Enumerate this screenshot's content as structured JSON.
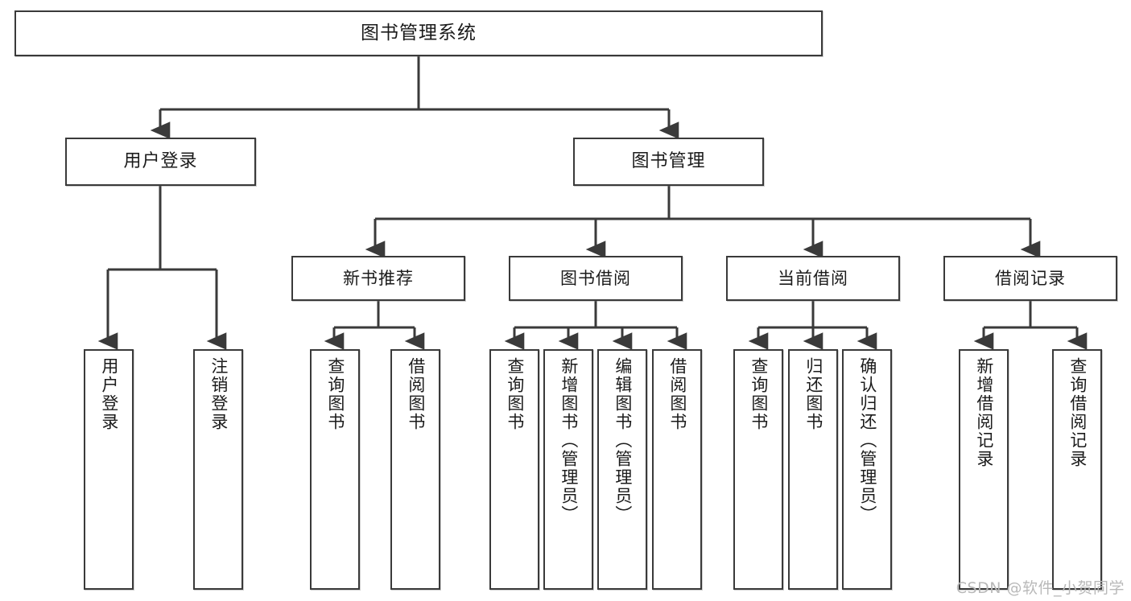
{
  "diagram": {
    "title": "图书管理系统",
    "watermark": "CSDN @软件_小贺同学",
    "line_color": "#3a3a3a",
    "box_border_color": "#3a3a3a",
    "box_fill_color": "#ffffff",
    "text_color": "#1b1b1b",
    "watermark_color": "#b9b9b9"
  },
  "nodes": {
    "root": {
      "label": "图书管理系统"
    },
    "level1": [
      {
        "label": "用户登录"
      },
      {
        "label": "图书管理"
      }
    ],
    "level2": [
      {
        "label": "新书推荐"
      },
      {
        "label": "图书借阅"
      },
      {
        "label": "当前借阅"
      },
      {
        "label": "借阅记录"
      }
    ],
    "leaves": {
      "user_login": [
        {
          "label": "用户登录"
        },
        {
          "label": "注销登录"
        }
      ],
      "new_book_recommend": [
        {
          "label": "查询图书"
        },
        {
          "label": "借阅图书"
        }
      ],
      "book_borrow": [
        {
          "label": "查询图书"
        },
        {
          "label": "新增图书（管理员）"
        },
        {
          "label": "编辑图书（管理员）"
        },
        {
          "label": "借阅图书"
        }
      ],
      "current_borrow": [
        {
          "label": "查询图书"
        },
        {
          "label": "归还图书"
        },
        {
          "label": "确认归还（管理员）"
        }
      ],
      "borrow_record": [
        {
          "label": "新增借阅记录"
        },
        {
          "label": "查询借阅记录"
        }
      ]
    }
  }
}
